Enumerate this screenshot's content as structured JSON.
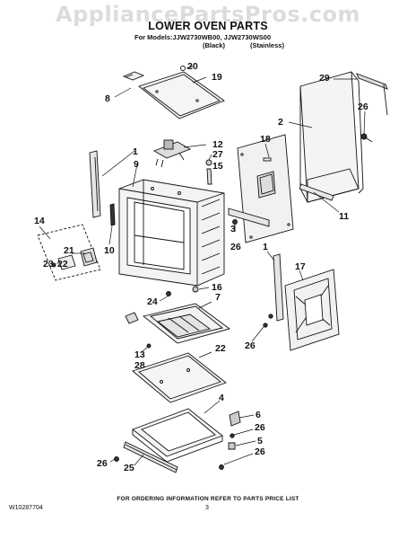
{
  "watermark": "AppliancePartsPros.com",
  "header": {
    "title": "LOWER OVEN PARTS",
    "models_line": "For Models:JJW2730WB00, JJW2730WS00",
    "color_black": "(Black)",
    "color_stainless": "(Stainless)"
  },
  "callouts": {
    "c20": "20",
    "c8": "8",
    "c19": "19",
    "c29": "29",
    "c2": "2",
    "c26a": "26",
    "c1a": "1",
    "c9": "9",
    "c12": "12",
    "c27": "27",
    "c15": "15",
    "c18": "18",
    "c11": "11",
    "c3": "3",
    "c26b": "26",
    "c14": "14",
    "c21": "21",
    "c23": "23",
    "c22a": "22",
    "c10": "10",
    "c1b": "1",
    "c17": "17",
    "c24": "24",
    "c16": "16",
    "c7": "7",
    "c26c": "26",
    "c13": "13",
    "c28": "28",
    "c22b": "22",
    "c4": "4",
    "c6": "6",
    "c26d": "26",
    "c5": "5",
    "c26e": "26",
    "c26f": "26",
    "c25": "25"
  },
  "footer": {
    "order_info": "FOR ORDERING INFORMATION REFER TO PARTS PRICE LIST",
    "doc_number": "W10287704",
    "page_number": "3"
  },
  "colors": {
    "line": "#111111",
    "panel": "#f2f2f2",
    "watermark": "#d9d9d9"
  }
}
